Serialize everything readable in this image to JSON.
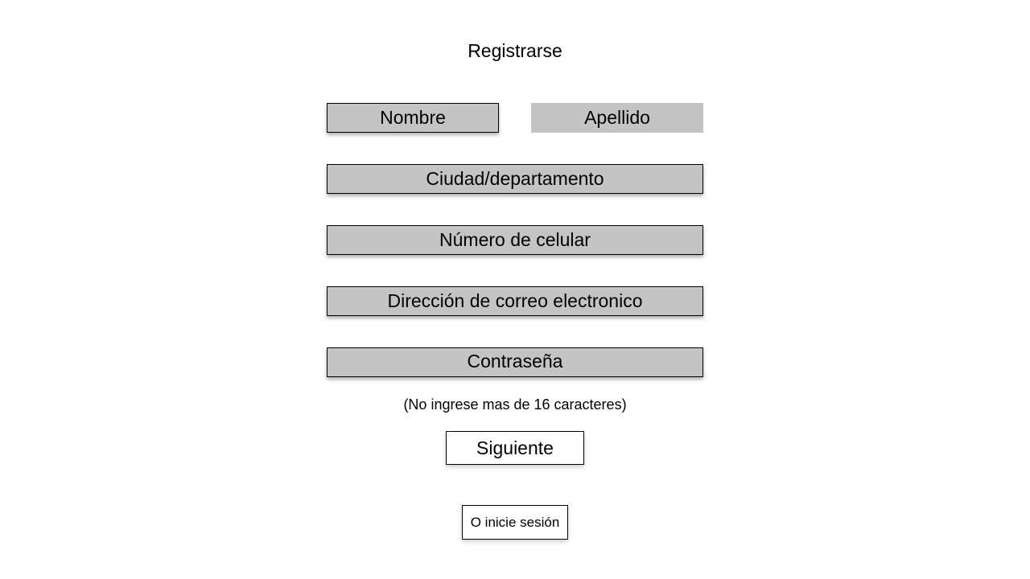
{
  "form": {
    "title": "Registrarse",
    "fields": {
      "first_name": "Nombre",
      "last_name": "Apellido",
      "city": "Ciudad/departamento",
      "phone": "Número de celular",
      "email": "Dirección de correo electronico",
      "password": "Contraseña"
    },
    "password_hint": "(No ingrese mas de 16 caracteres)",
    "next_label": "Siguiente",
    "login_label": "O inicie sesión"
  },
  "colors": {
    "field_fill": "#c4c4c4",
    "border": "#000000",
    "background": "#ffffff"
  }
}
